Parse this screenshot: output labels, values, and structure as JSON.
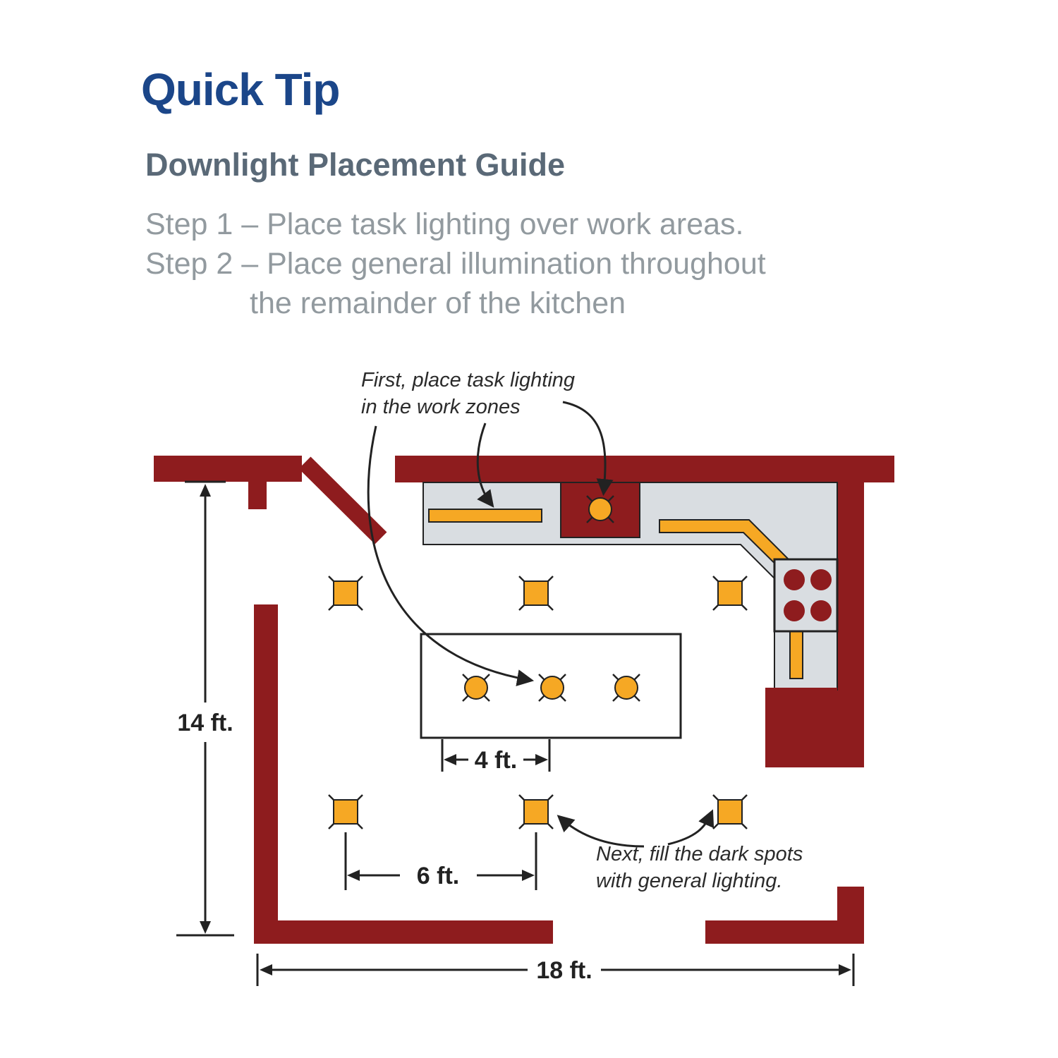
{
  "header": {
    "title": "Quick Tip",
    "subtitle": "Downlight Placement Guide",
    "step1": "Step 1 – Place task lighting over work areas.",
    "step2_line1": "Step 2 – Place general illumination throughout",
    "step2_line2": "the remainder of the kitchen"
  },
  "diagram": {
    "task_note": {
      "line1": "First, place task lighting",
      "line2": "in the work zones"
    },
    "general_note": {
      "line1": "Next, fill the dark spots",
      "line2": "with general lighting."
    },
    "dimensions": {
      "room_height": "14 ft.",
      "island_width": "4 ft.",
      "downlight_spacing": "6 ft.",
      "room_width": "18 ft."
    }
  },
  "colors": {
    "wall": "#8e1c1e",
    "counter": "#d9dde1",
    "light": "#f6a824",
    "title": "#1b4689",
    "subtitle": "#5a6977",
    "steps": "#929a9f",
    "ink": "#222222"
  }
}
